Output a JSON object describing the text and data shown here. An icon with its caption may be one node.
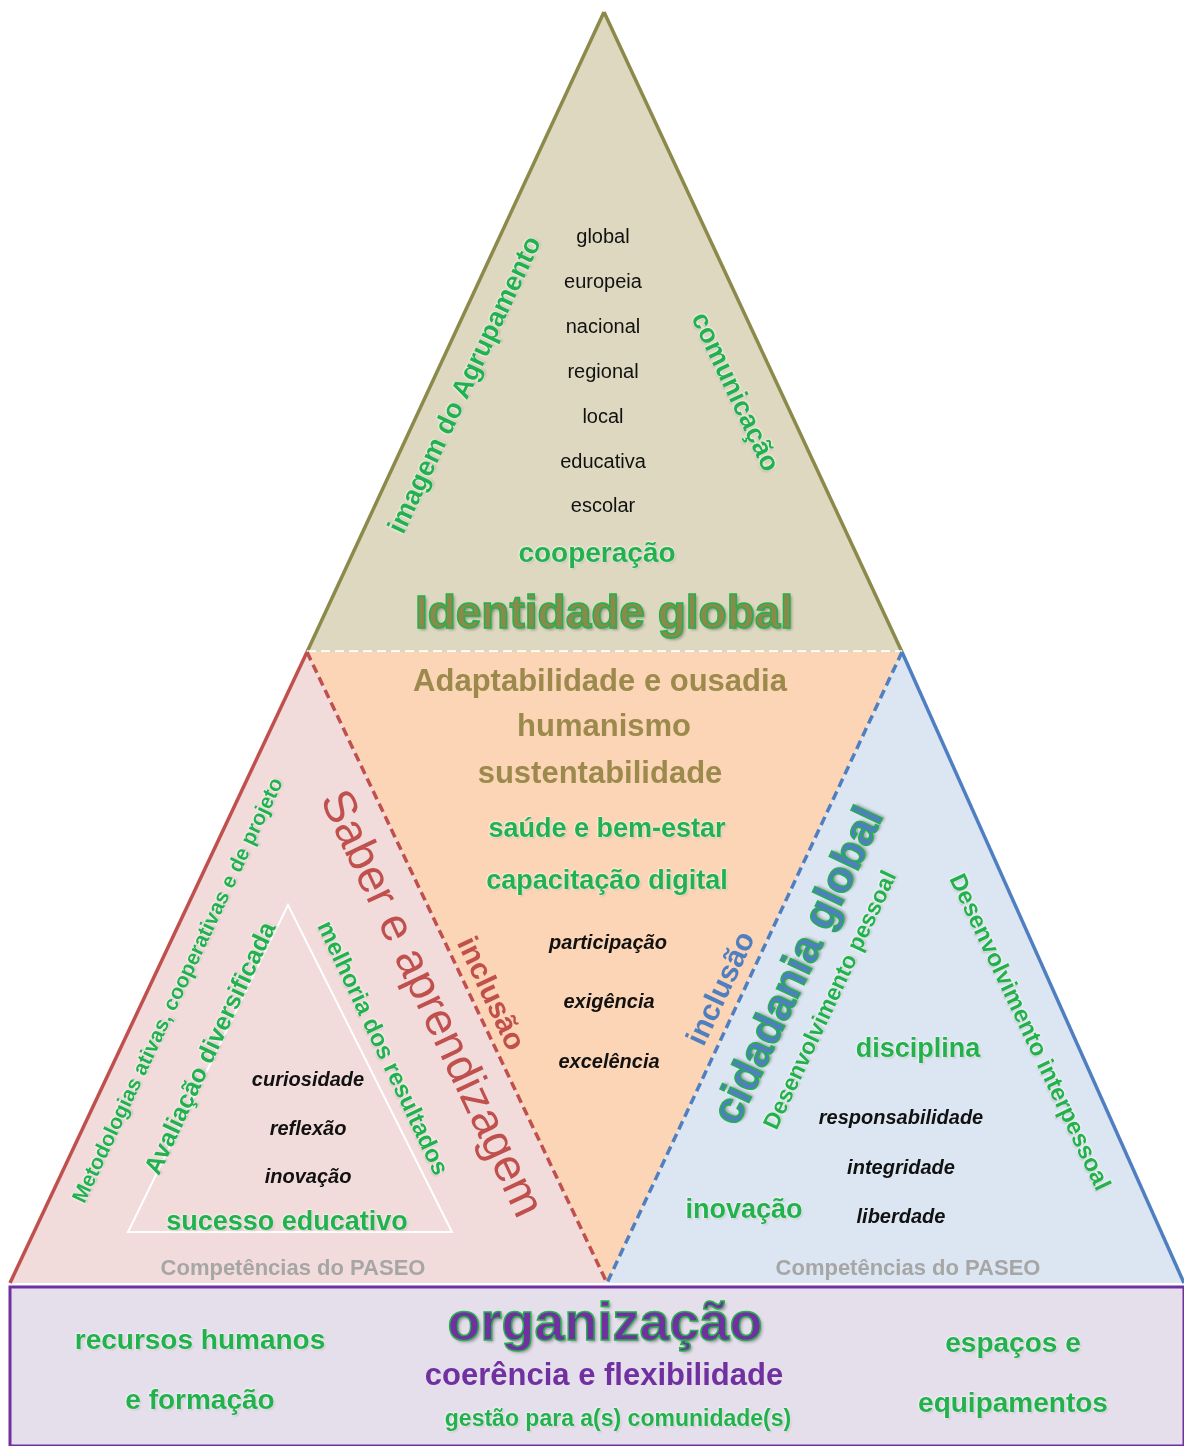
{
  "diagram": {
    "nodes": [
      {
        "text": [
          "imagem do Agrupamento",
          "global",
          "europeia",
          "nacional",
          "regional",
          "local",
          "educativa",
          "escolar",
          "comunicação",
          "cooperação",
          "Identidade global"
        ]
      },
      {
        "text": [
          "Adaptabilidade e ousadia",
          "humanismo",
          "sustentabilidade",
          "saúde e bem-estar",
          "capacitação digital",
          "inclusão",
          "participação",
          "exigência",
          "excelência",
          "inclusão"
        ]
      },
      {
        "text": [
          "Metodologias ativas, cooperativas e de projeto",
          "Avaliação diversificada",
          "Saber e aprendizagem",
          "melhoria dos resultados",
          "curiosidade",
          "reflexão",
          "inovação",
          "sucesso educativo",
          "Competências do PASEO"
        ]
      },
      {
        "text": [
          "cidadania global",
          "Desenvolvimento pessoal",
          "Desenvolvimento interpessoal",
          "disciplina",
          "responsabilidade",
          "integridade",
          "liberdade",
          "inovação",
          "Competências do PASEO"
        ]
      },
      {
        "text": [
          "recursos humanos e formação",
          "organização",
          "coerência e flexibilidade",
          "gestão para a(s) comunidade(s)",
          "espaços e equipamentos"
        ]
      }
    ]
  }
}
